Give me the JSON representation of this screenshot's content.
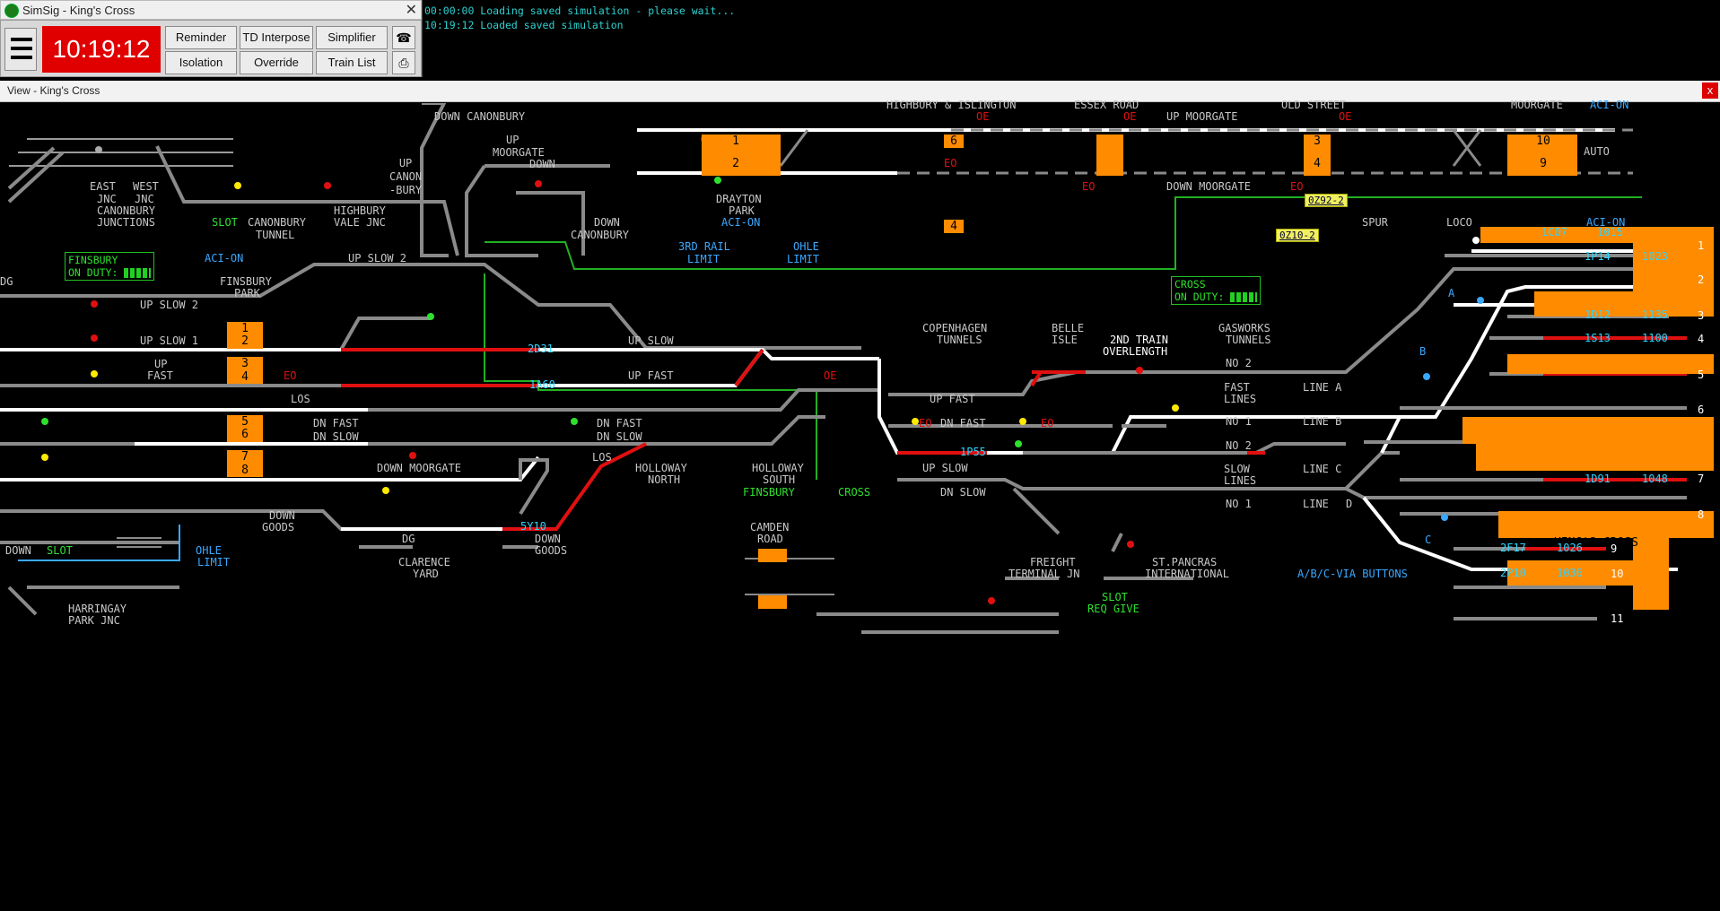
{
  "window": {
    "title": "SimSig - King's Cross"
  },
  "clock": "10:19:12",
  "buttons": {
    "reminder": "Reminder",
    "td_interpose": "TD Interpose",
    "simplifier": "Simplifier",
    "isolation": "Isolation",
    "override": "Override",
    "train_list": "Train List"
  },
  "icons": {
    "menu": "hamburger-menu-icon",
    "phone": "telephone-icon",
    "printer": "printer-icon"
  },
  "messages": [
    "00:00:00 Loading saved simulation - please wait...",
    "10:19:12 Loaded saved simulation"
  ],
  "view": {
    "title": "View - King's Cross",
    "close": "x"
  },
  "labels": {
    "highbury_islington": "HIGHBURY & ISLINGTON",
    "essex_road": "ESSEX ROAD",
    "old_street": "OLD STREET",
    "moorgate": "MOORGATE",
    "aci_on": "ACI-ON",
    "down_canonbury": "DOWN CANONBURY",
    "up_moorgate_left": "UP",
    "up_moorgate_right": "MOORGATE",
    "down_small": "DOWN",
    "up_canonbury": "UP\nCANON\n-BURY",
    "east_jnc": "EAST",
    "west_jnc": "WEST",
    "jnc": "JNC",
    "canonbury_junctions_1": "CANONBURY",
    "canonbury_junctions_2": "JUNCTIONS",
    "slot": "SLOT",
    "canonbury_tunnel_1": "CANONBURY",
    "canonbury_tunnel_2": "TUNNEL",
    "highbury_vale_1": "HIGHBURY",
    "highbury_vale_2": "VALE JNC",
    "down_canonbury_2a": "DOWN",
    "down_canonbury_2b": "CANONBURY",
    "drayton_park_1": "DRAYTON",
    "drayton_park_2": "PARK",
    "third_rail_1": "3RD RAIL",
    "third_rail_2": "LIMIT",
    "ohle_1": "OHLE",
    "ohle_2": "LIMIT",
    "up_moorgate_line": "UP MOORGATE",
    "down_moorgate_line": "DOWN MOORGATE",
    "auto": "AUTO",
    "spur": "SPUR",
    "loco": "LOCO",
    "finsbury": "FINSBURY",
    "on_duty": "ON DUTY:",
    "finsbury_park_1": "FINSBURY",
    "finsbury_park_2": "PARK",
    "up_slow_2": "UP SLOW 2",
    "up_slow_1": "UP SLOW 1",
    "up_fast_1": "UP",
    "up_fast_2": "FAST",
    "los": "LOS",
    "dn_fast": "DN FAST",
    "dn_slow": "DN SLOW",
    "down_moorgate_2": "DOWN MOORGATE",
    "holloway_north_1": "HOLLOWAY",
    "holloway_north_2": "NORTH",
    "holloway_south_1": "HOLLOWAY",
    "holloway_south_2": "SOUTH",
    "finsbury_cross": "FINSBURY",
    "cross": "CROSS",
    "up_slow": "UP SLOW",
    "up_fast": "UP FAST",
    "copenhagen_1": "COPENHAGEN",
    "copenhagen_2": "TUNNELS",
    "belle_isle_1": "BELLE",
    "belle_isle_2": "ISLE",
    "overlength_1": "2ND TRAIN",
    "overlength_2": "OVERLENGTH",
    "gasworks_1": "GASWORKS",
    "gasworks_2": "TUNNELS",
    "no2": "NO 2",
    "no1": "NO 1",
    "fast_lines_1": "FAST",
    "fast_lines_2": "LINES",
    "slow_lines_1": "SLOW",
    "slow_lines_2": "LINES",
    "line_a": "LINE A",
    "line_b": "LINE B",
    "line_c": "LINE C",
    "line_d": "LINE",
    "d": "D",
    "kings_cross": "KING'S CROSS",
    "down_goods_1": "DOWN",
    "down_goods_2": "GOODS",
    "dg": "DG",
    "clarence_1": "CLARENCE",
    "clarence_2": "YARD",
    "camden_1": "CAMDEN",
    "camden_2": "ROAD",
    "freight_1": "FREIGHT",
    "freight_2": "TERMINAL JN",
    "st_pancras_1": "ST.PANCRAS",
    "st_pancras_2": "INTERNATIONAL",
    "slot_req_1": "SLOT",
    "slot_req_2": "REQ GIVE",
    "down": "DOWN",
    "harringay_1": "HARRINGAY",
    "harringay_2": "PARK JNC",
    "via_buttons": "A/B/C-VIA BUTTONS",
    "a": "A",
    "b": "B",
    "c": "C",
    "eo": "EO",
    "oe": "OE",
    "dg_left": "DG"
  },
  "berths": {
    "b2D31": "2D31",
    "b1A60": "1A60",
    "b1P55": "1P55",
    "b5Y10": "5Y10",
    "b1C07": "1C07",
    "b1015": "1015",
    "b1P14": "1P14",
    "b1023": "1023",
    "b1D12": "1D12",
    "b1135": "1135",
    "b1S13": "1S13",
    "b1100": "1100",
    "b1D91": "1D91",
    "b1048": "1048",
    "b2F17": "2F17",
    "b1026": "1026",
    "b2P10": "2P10",
    "b1036": "1036",
    "t0Z92": "0Z92-2",
    "t0Z10": "0Z10-2"
  },
  "platforms": {
    "p1": "1",
    "p2": "2",
    "p3": "3",
    "p4": "4",
    "p5": "5",
    "p6": "6",
    "p7": "7",
    "p8": "8",
    "p9": "9",
    "p10": "10",
    "p11": "11",
    "dp1": "1",
    "dp2": "2",
    "er6": "6",
    "er4": "4",
    "os3": "3",
    "os4": "4",
    "mg10": "10",
    "mg9": "9",
    "fp1": "1",
    "fp2": "2",
    "fp3": "3",
    "fp4": "4",
    "fp5": "5",
    "fp6": "6",
    "fp7": "7",
    "fp8": "8"
  }
}
